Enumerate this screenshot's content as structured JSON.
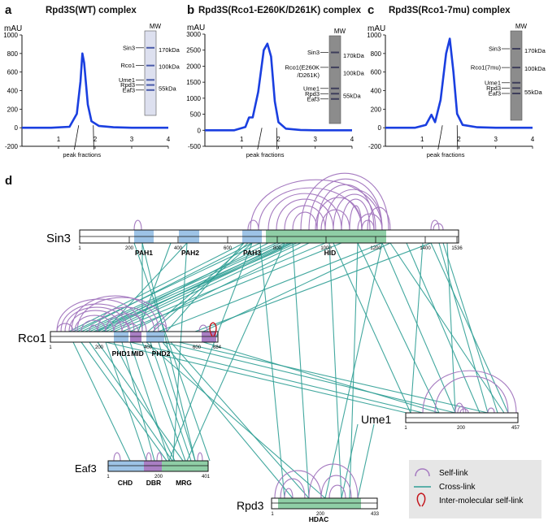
{
  "panels": [
    {
      "letter": "a",
      "title": "Rpd3S(WT) complex",
      "y_unit": "mAU",
      "y_ticks": [
        -200,
        0,
        200,
        400,
        600,
        800,
        1000
      ],
      "x_ticks": [
        1,
        2,
        3,
        4
      ],
      "peak_label": "peak fractions",
      "gel_header": "MW",
      "gel_bands": [
        "Sin3",
        "Rco1",
        "Ume1",
        "Rpd3",
        "Eaf3"
      ],
      "mw_markers": [
        "170kDa",
        "100kDa",
        "55kDa"
      ],
      "chart_data": {
        "type": "line",
        "ylabel": "mAU",
        "ylim": [
          -200,
          1000
        ],
        "xlim": [
          0,
          4
        ],
        "series": [
          {
            "x": [
              0,
              0.8,
              1.3,
              1.5,
              1.6,
              1.65,
              1.7,
              1.8,
              1.9,
              2.1,
              2.5,
              3.0,
              4.0
            ],
            "y": [
              0,
              0,
              10,
              150,
              500,
              800,
              700,
              250,
              70,
              20,
              5,
              0,
              0
            ]
          }
        ]
      }
    },
    {
      "letter": "b",
      "title": "Rpd3S(Rco1-E260K/D261K) complex",
      "y_unit": "mAU",
      "y_ticks": [
        -500,
        0,
        500,
        1000,
        1500,
        2000,
        2500,
        3000
      ],
      "x_ticks": [
        1,
        2,
        3,
        4
      ],
      "peak_label": "peak fractions",
      "gel_header": "MW",
      "gel_bands": [
        "Sin3",
        "Rco1(E260K",
        "/D261K)",
        "Ume1",
        "Rpd3",
        "Eaf3"
      ],
      "mw_markers": [
        "170kDa",
        "100kDa",
        "55kDa"
      ],
      "chart_data": {
        "type": "line",
        "ylabel": "mAU",
        "ylim": [
          -500,
          3000
        ],
        "xlim": [
          0,
          4
        ],
        "series": [
          {
            "x": [
              0,
              0.8,
              1.1,
              1.2,
              1.3,
              1.45,
              1.6,
              1.7,
              1.8,
              1.9,
              2.0,
              2.2,
              2.6,
              3.0,
              4.0
            ],
            "y": [
              0,
              0,
              100,
              400,
              400,
              1200,
              2500,
              2700,
              2300,
              900,
              250,
              50,
              10,
              0,
              0
            ]
          }
        ]
      }
    },
    {
      "letter": "c",
      "title": "Rpd3S(Rco1-7mu) complex",
      "y_unit": "mAU",
      "y_ticks": [
        -200,
        0,
        200,
        400,
        600,
        800,
        1000
      ],
      "x_ticks": [
        1,
        2,
        3,
        4
      ],
      "peak_label": "peak fractions",
      "gel_header": "MW",
      "gel_bands": [
        "Sin3",
        "Rco1(7mu)",
        "Ume1",
        "Rpd3",
        "Eaf3"
      ],
      "mw_markers": [
        "170kDa",
        "100kDa",
        "55kDa"
      ],
      "chart_data": {
        "type": "line",
        "ylabel": "mAU",
        "ylim": [
          -200,
          1000
        ],
        "xlim": [
          0,
          4
        ],
        "series": [
          {
            "x": [
              0,
              0.8,
              1.1,
              1.25,
              1.35,
              1.5,
              1.65,
              1.75,
              1.85,
              1.95,
              2.1,
              2.5,
              3.0,
              4.0
            ],
            "y": [
              0,
              0,
              30,
              140,
              60,
              300,
              800,
              960,
              600,
              150,
              30,
              5,
              0,
              0
            ]
          }
        ]
      }
    }
  ],
  "panel_d": {
    "letter": "d",
    "proteins": [
      {
        "name": "Sin3",
        "length": 1536,
        "ticks": [
          "1",
          "200",
          "400",
          "600",
          "800",
          "1000",
          "1200",
          "1400",
          "1536"
        ],
        "domains": [
          "PAH1",
          "PAH2",
          "PAH3",
          "HID"
        ]
      },
      {
        "name": "Rco1",
        "length": 684,
        "ticks": [
          "1",
          "200",
          "400",
          "600",
          "684"
        ],
        "domains": [
          "PHD1",
          "MID",
          "PHD2"
        ]
      },
      {
        "name": "Ume1",
        "length": 457,
        "ticks": [
          "1",
          "200",
          "457"
        ],
        "domains": []
      },
      {
        "name": "Eaf3",
        "length": 401,
        "ticks": [
          "1",
          "200",
          "401"
        ],
        "domains": [
          "CHD",
          "DBR",
          "MRG"
        ]
      },
      {
        "name": "Rpd3",
        "length": 433,
        "ticks": [
          "1",
          "200",
          "433"
        ],
        "domains": [
          "HDAC"
        ]
      }
    ],
    "legend": {
      "self_link": "Self-link",
      "cross_link": "Cross-link",
      "inter_self_link": "Inter-molecular self-link"
    },
    "colors": {
      "self_link": "#a57ac0",
      "cross_link": "#2f9e95",
      "inter_self_link": "#c4151c",
      "domain_blue": "#9dc3e6",
      "domain_purple": "#a97fc4",
      "domain_green": "#8fcea6",
      "trace": "#1a3fe0"
    }
  }
}
